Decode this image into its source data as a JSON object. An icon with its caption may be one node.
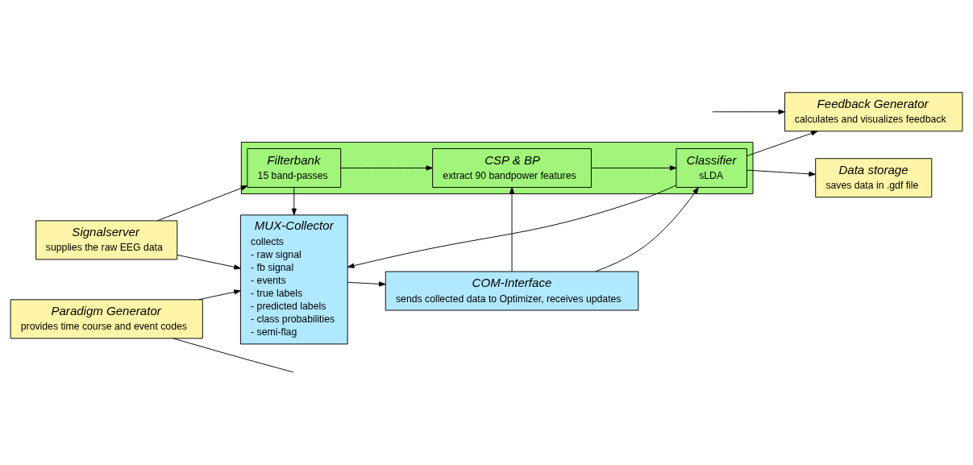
{
  "diagram": {
    "nodes": [
      {
        "text": [],
        "shape": "box"
      },
      {
        "text": [
          "Filterbank",
          "15 band-passes"
        ],
        "in": 0
      },
      {
        "text": [
          "CSP & BP",
          "extract 90 bandpower features"
        ],
        "in": 0
      },
      {
        "text": [
          "Classifier",
          "sLDA"
        ],
        "in": 0
      },
      {
        "text": [
          "Signalserver",
          "supplies the raw EEG data"
        ]
      },
      {
        "text": [
          "Paradigm Generator",
          "provides time course and event codes"
        ]
      },
      {
        "text": [
          "MUX-Collector",
          "collects",
          "- raw signal",
          "- fb signal",
          "- events",
          "- true labels",
          "- predicted labels",
          "- class probabilities",
          "- semi-flag"
        ]
      },
      {
        "text": [
          "COM-Interface",
          "sends collected data to Optimizer, receives updates"
        ]
      },
      {
        "text": [
          "Feedback Generator",
          "calculates and visualizes feedback"
        ]
      },
      {
        "text": [
          "Data storage",
          "saves data in .gdf file"
        ]
      }
    ],
    "edges": [
      {
        "from": 4,
        "to": 1,
        "arrow": "to"
      },
      {
        "from": 1,
        "to": 2,
        "arrow": "to"
      },
      {
        "from": 2,
        "to": 3,
        "arrow": "to"
      },
      {
        "from": 3,
        "to": 8,
        "arrow": "to"
      },
      {
        "from": null,
        "to": 8,
        "arrow": "to"
      },
      {
        "from": 3,
        "to": 9,
        "arrow": "to"
      },
      {
        "from": 4,
        "to": 6,
        "arrow": "to"
      },
      {
        "from": 1,
        "to": 6,
        "arrow": "to"
      },
      {
        "from": 3,
        "to": 6,
        "arrow": "to"
      },
      {
        "from": 5,
        "to": 6,
        "arrow": "to"
      },
      {
        "from": 6,
        "to": 7,
        "arrow": "to"
      },
      {
        "from": 7,
        "to": 2,
        "arrow": "to"
      },
      {
        "from": 7,
        "to": 3,
        "arrow": "to"
      },
      {
        "from": 5,
        "to": null,
        "arrow": "none"
      }
    ]
  }
}
